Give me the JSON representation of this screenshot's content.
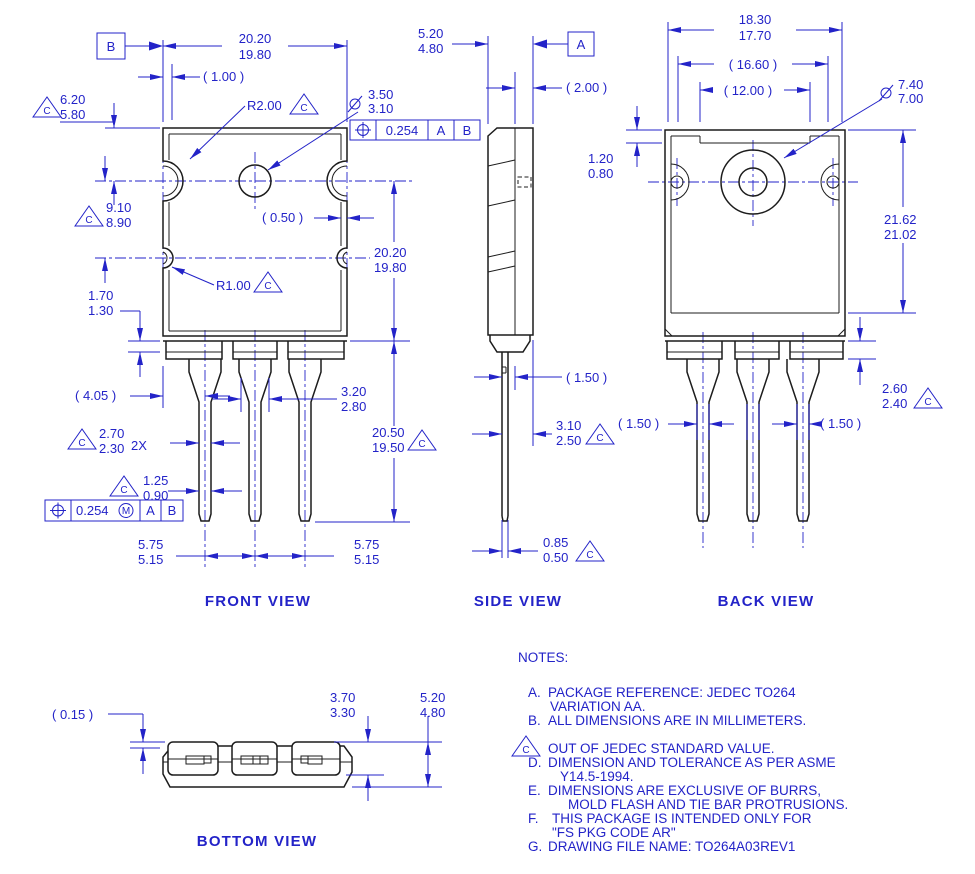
{
  "colors": {
    "accent": "#2323c8",
    "line": "#1c1c1c",
    "background": "#ffffff"
  },
  "symbols": {
    "triangle_note": "C",
    "mmc": "M",
    "datum_a": "A",
    "datum_b": "B"
  },
  "front": {
    "label": "FRONT VIEW",
    "width": {
      "max": "20.20",
      "min": "19.80"
    },
    "edge_ref": "( 1.00 )",
    "corner_radius": "R2.00",
    "hole": {
      "max": "3.50",
      "min": "3.10"
    },
    "fcf_top": {
      "tol": "0.254",
      "datum1": "A",
      "datum2": "B"
    },
    "hole_offset": {
      "max": "6.20",
      "min": "5.80"
    },
    "hole_span": {
      "max": "9.10",
      "min": "8.90"
    },
    "notch_ref": "( 0.50 )",
    "notch_radius": "R1.00",
    "height": {
      "max": "20.20",
      "min": "19.80"
    },
    "shoulder": {
      "max": "1.70",
      "min": "1.30"
    },
    "lead_edge_ref": "( 4.05 )",
    "lead_base": {
      "max": "3.20",
      "min": "2.80"
    },
    "lead_length": {
      "max": "20.50",
      "min": "19.50"
    },
    "lead_width": {
      "max": "2.70",
      "min": "2.30",
      "qty": "2X"
    },
    "lead_tip": {
      "max": "1.25",
      "min": "0.90"
    },
    "fcf_bottom": {
      "tol": "0.254",
      "modifier": "M",
      "datum1": "A",
      "datum2": "B"
    },
    "pitch_left": {
      "max": "5.75",
      "min": "5.15"
    },
    "pitch_right": {
      "max": "5.75",
      "min": "5.15"
    }
  },
  "side": {
    "label": "SIDE VIEW",
    "thickness": {
      "max": "5.20",
      "min": "4.80"
    },
    "datum": "A",
    "body_ref": "( 2.00 )",
    "lead_ref": "( 1.50 )",
    "lead_plane": {
      "max": "3.10",
      "min": "2.50"
    },
    "lead_thickness": {
      "max": "0.85",
      "min": "0.50"
    }
  },
  "back": {
    "label": "BACK VIEW",
    "tab_width": {
      "max": "18.30",
      "min": "17.70"
    },
    "body_ref": "( 16.60 )",
    "notch_ref": "( 12.00 )",
    "hole": {
      "max": "7.40",
      "min": "7.00"
    },
    "step": {
      "max": "1.20",
      "min": "0.80"
    },
    "height": {
      "max": "21.62",
      "min": "21.02"
    },
    "shoulder": {
      "max": "2.60",
      "min": "2.40"
    },
    "lead_left_ref": "( 1.50 )",
    "lead_right_ref": "( 1.50 )"
  },
  "bottom": {
    "label": "BOTTOM VIEW",
    "standoff_ref": "( 0.15 )",
    "body_height": {
      "max": "3.70",
      "min": "3.30"
    },
    "total_height": {
      "max": "5.20",
      "min": "4.80"
    }
  },
  "notes": {
    "title": "NOTES:",
    "a": {
      "id": "A.",
      "line1": "PACKAGE REFERENCE: JEDEC TO264",
      "line2": "VARIATION AA."
    },
    "b": {
      "id": "B.",
      "line1": "ALL DIMENSIONS ARE IN MILLIMETERS."
    },
    "c": {
      "line1": "OUT OF JEDEC STANDARD VALUE."
    },
    "d": {
      "id": "D.",
      "line1": "DIMENSION AND TOLERANCE AS PER ASME",
      "line2": "Y14.5-1994."
    },
    "e": {
      "id": "E.",
      "line1": "DIMENSIONS ARE EXCLUSIVE OF BURRS,",
      "line2": "MOLD FLASH AND TIE BAR PROTRUSIONS."
    },
    "f": {
      "id": "F.",
      "line1": "THIS PACKAGE IS INTENDED ONLY FOR",
      "line2": "\"FS PKG CODE AR\""
    },
    "g": {
      "id": "G.",
      "line1": "DRAWING FILE NAME: TO264A03REV1"
    }
  }
}
